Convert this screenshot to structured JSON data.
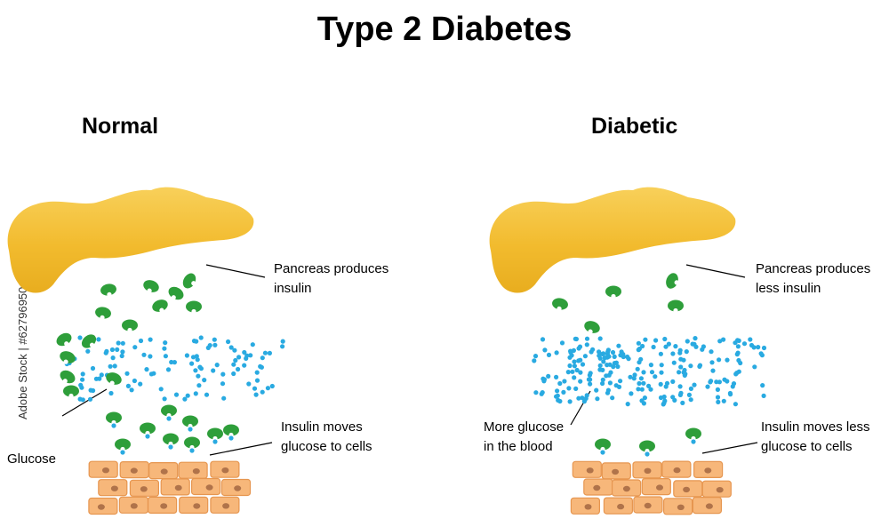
{
  "title": "Type 2 Diabetes",
  "panels": {
    "normal": {
      "heading": "Normal",
      "pancreas_label": [
        "Pancreas produces",
        "insulin"
      ],
      "insulin_label": [
        "Insulin moves",
        "glucose to cells"
      ],
      "glucose_label": "Glucose"
    },
    "diabetic": {
      "heading": "Diabetic",
      "pancreas_label": [
        "Pancreas produces",
        "less insulin"
      ],
      "insulin_label": [
        "Insulin moves less",
        "glucose to cells"
      ],
      "blood_label": [
        "More glucose",
        "in the blood"
      ]
    }
  },
  "watermark_side": "Adobe Stock | #62796950",
  "colors": {
    "pancreas": "#f5c33b",
    "insulin": "#2e9e3a",
    "glucose": "#29aae1",
    "cells": "#f7b77a",
    "nucleus": "#b0734a"
  }
}
